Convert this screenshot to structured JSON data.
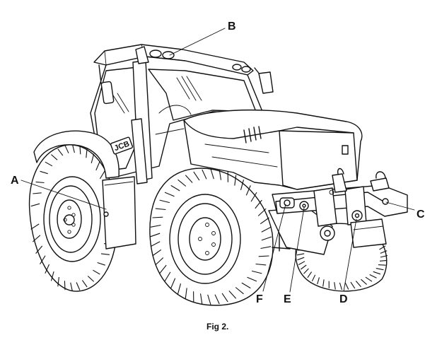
{
  "figure": {
    "caption": "Fig 2.",
    "brand_decal": "JCB",
    "callouts": [
      {
        "id": "A",
        "label": "A"
      },
      {
        "id": "B",
        "label": "B"
      },
      {
        "id": "C",
        "label": "C"
      },
      {
        "id": "D",
        "label": "D"
      },
      {
        "id": "E",
        "label": "E"
      },
      {
        "id": "F",
        "label": "F"
      }
    ]
  }
}
